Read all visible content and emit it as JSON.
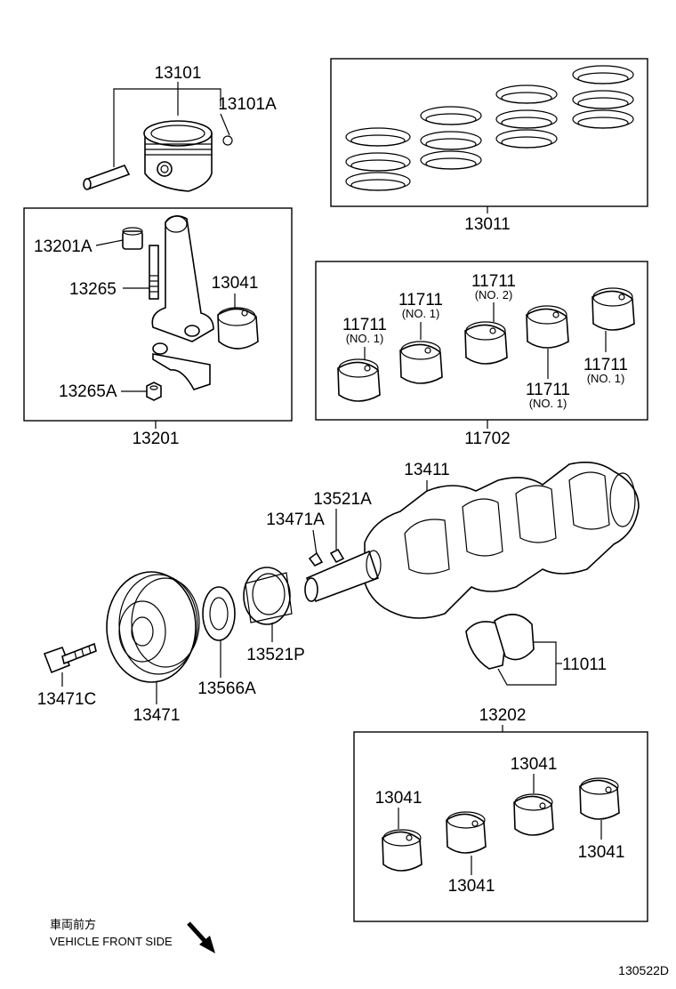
{
  "parts": {
    "p13101": "13101",
    "p13101A": "13101A",
    "p13011": "13011",
    "p13201A": "13201A",
    "p13265": "13265",
    "p13041_rod": "13041",
    "p13265A": "13265A",
    "p13201": "13201",
    "b1_num": "11711",
    "b1_sub": "(NO. 1)",
    "b2_num": "11711",
    "b2_sub": "(NO. 1)",
    "b3_num": "11711",
    "b3_sub": "(NO. 2)",
    "b4_num": "11711",
    "b4_sub": "(NO. 1)",
    "b5_num": "11711",
    "b5_sub": "(NO. 1)",
    "p11702": "11702",
    "p13411": "13411",
    "p13521A": "13521A",
    "p13471A": "13471A",
    "p13521P": "13521P",
    "p13471C": "13471C",
    "p13471": "13471",
    "p13566A": "13566A",
    "p11011": "11011",
    "p13202": "13202",
    "m1": "13041",
    "m2": "13041",
    "m3": "13041",
    "m4": "13041"
  },
  "footer": {
    "direction_jp": "車両前方",
    "direction_en": "VEHICLE FRONT SIDE",
    "diagram_code": "130522D"
  }
}
